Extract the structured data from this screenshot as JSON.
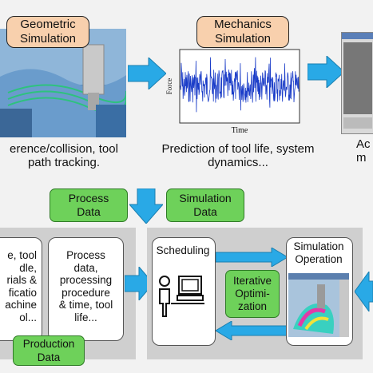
{
  "top": {
    "geometric_label": "Geometric\nSimulation",
    "geometric_caption": "erence/collision, tool\npath tracking.",
    "mechanics_label": "Mechanics\nSimulation",
    "mechanics_caption": "Prediction of tool life, system\ndynamics...",
    "right_caption_partial": "Ac\nm",
    "plot": {
      "ylabel": "Force",
      "xlabel": "Time",
      "line_color": "#1a3cc8"
    }
  },
  "middle": {
    "process_data": "Process\nData",
    "simulation_data": "Simulation\nData"
  },
  "bottom": {
    "left_box_partial": "e, tool\ndle,\nrials &\nficatio\nachine\nol...",
    "process_box": "Process\ndata,\nprocessing\nprocedure\n& time, tool\nlife...",
    "production_data": "Production\nData",
    "scheduling": "Scheduling",
    "simulation_operation": "Simulation\nOperation",
    "iterative_optimization": "Iterative\nOptimi-\nzation"
  },
  "colors": {
    "arrow_blue": "#29a9e6",
    "green_label": "#6ed15a",
    "orange_label": "#f8d0ad",
    "panel_gray": "#cfcfcf"
  }
}
